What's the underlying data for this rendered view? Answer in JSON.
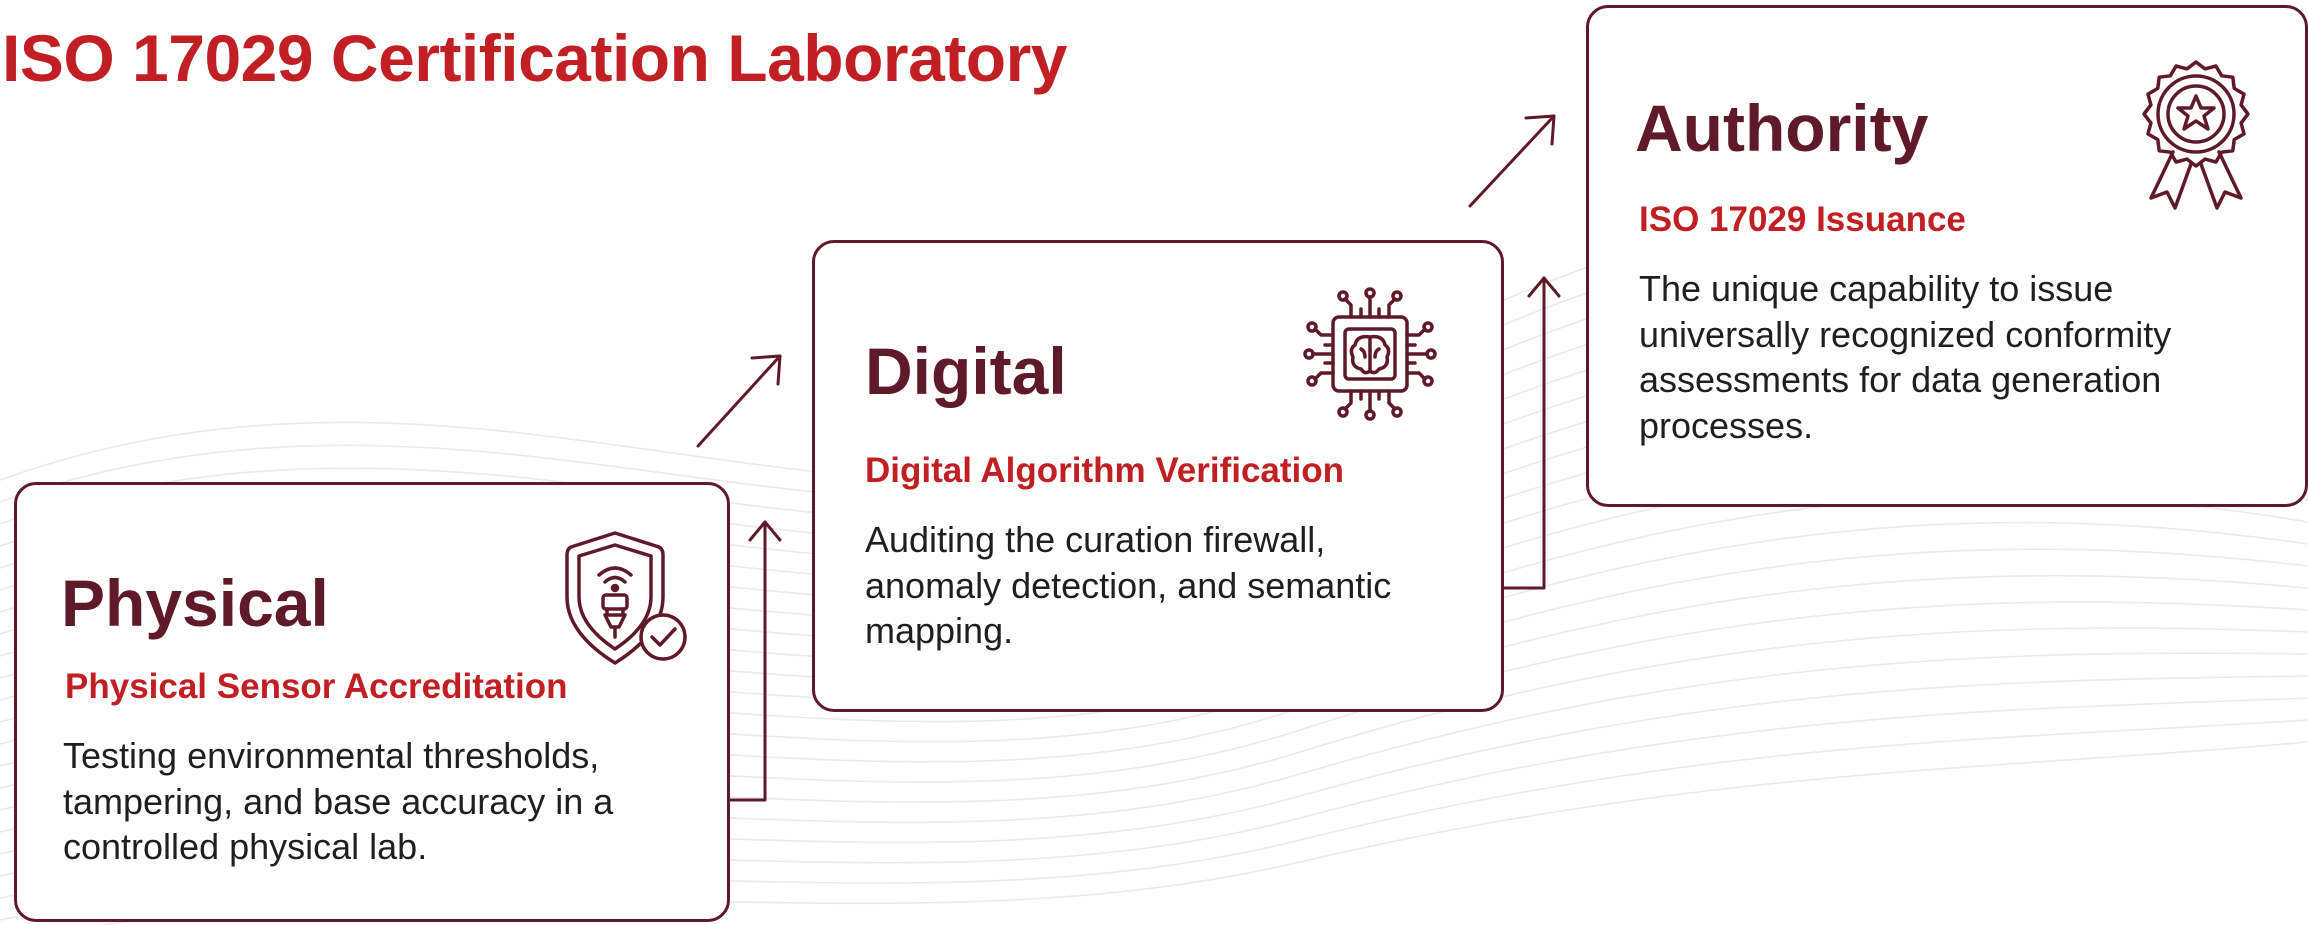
{
  "title": "ISO 17029 Certification Laboratory",
  "colors": {
    "accent_red": "#c21f24",
    "maroon": "#5e1a28",
    "text_dark": "#1f1f1f",
    "wave_gray": "#d9d9d9"
  },
  "cards": [
    {
      "heading": "Physical",
      "subheading": "Physical Sensor Accreditation",
      "description": "Testing environmental thresholds, tampering, and base accuracy in a controlled physical lab.",
      "icon": "shield-sensor-check-icon"
    },
    {
      "heading": "Digital",
      "subheading": "Digital Algorithm Verification",
      "description": "Auditing the curation firewall, anomaly detection, and semantic mapping.",
      "icon": "brain-chip-icon"
    },
    {
      "heading": "Authority",
      "subheading": "ISO 17029 Issuance",
      "description": "The unique capability to issue universally recognized conformity assessments for data generation processes.",
      "icon": "award-ribbon-star-icon"
    }
  ]
}
